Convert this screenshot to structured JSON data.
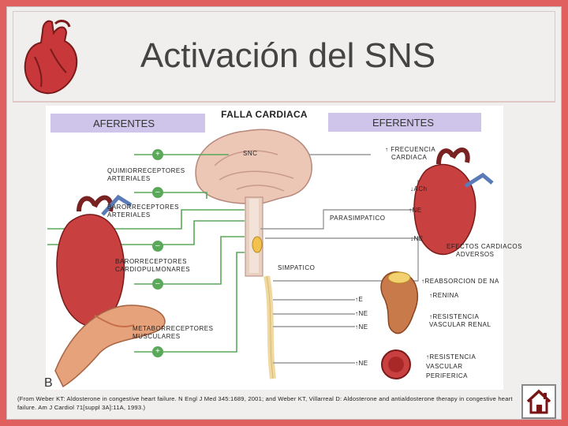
{
  "slide": {
    "title": "Activación del SNS",
    "left_header": "AFERENTES",
    "right_header": "EFERENTES",
    "center_header": "FALLA CARDIACA",
    "figure_letter": "B",
    "citation": "(From Weber KT: Aldosterone in congestive heart failure. N Engl J Med 345:1689, 2001; and Weber KT, Villarreal D: Aldosterone and antialdosterone therapy in congestive heart failure. Am J Cardiol 71[suppl 3A]:11A, 1993.)"
  },
  "labels": {
    "snc": "SNC",
    "quimio": [
      "QUIMIORRECEPTORES",
      "ARTERIALES"
    ],
    "baro_art": [
      "BARORRECEPTORES",
      "ARTERIALES"
    ],
    "baro_cardio": [
      "BARORRECEPTORES",
      "CARDIOPULMONARES"
    ],
    "metabo": [
      "METABORRECEPTORES",
      "MUSCULARES"
    ],
    "frecuencia": [
      "FRECUENCIA",
      "CARDIACA"
    ],
    "ach": "ACh",
    "parasimpatico": "PARASIMPATICO",
    "ne": "NE",
    "efectos": [
      "EFECTOS CARDIACOS",
      "ADVERSOS"
    ],
    "simpatico": "SIMPATICO",
    "reabsorcion": "REABSORCION DE NA",
    "renina": "RENINA",
    "e": "E",
    "resistencia_renal": [
      "RESISTENCIA",
      "VASCULAR RENAL"
    ],
    "resistencia_perif": [
      "RESISTENCIA",
      "VASCULAR",
      "PERIFERICA"
    ]
  },
  "signs": {
    "plus": "+",
    "minus": "–"
  },
  "colors": {
    "accent": "#e06060",
    "box": "#cfc4ea",
    "plus_green": "#5aa85a",
    "heart_red": "#c8383a"
  }
}
